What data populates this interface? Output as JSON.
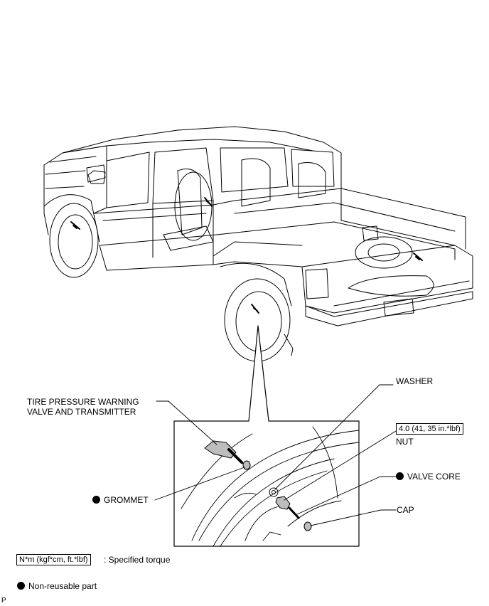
{
  "labels": {
    "tpms_line1": "TIRE PRESSURE WARNING",
    "tpms_line2": "VALVE AND TRANSMITTER",
    "grommet": "GROMMET",
    "washer": "WASHER",
    "nut": "NUT",
    "nut_torque": "4.0 (41, 35 in.*lbf)",
    "valve_core": "VALVE CORE",
    "cap": "CAP"
  },
  "legend": {
    "torque_units": "N*m (kgf*cm, ft.*lbf)",
    "torque_desc": ": Specified torque",
    "non_reusable": "Non-reusable part"
  },
  "corner_mark": "P",
  "colors": {
    "line": "#000000",
    "fill": "#ffffff",
    "part_shade": "#bdbdbd"
  }
}
